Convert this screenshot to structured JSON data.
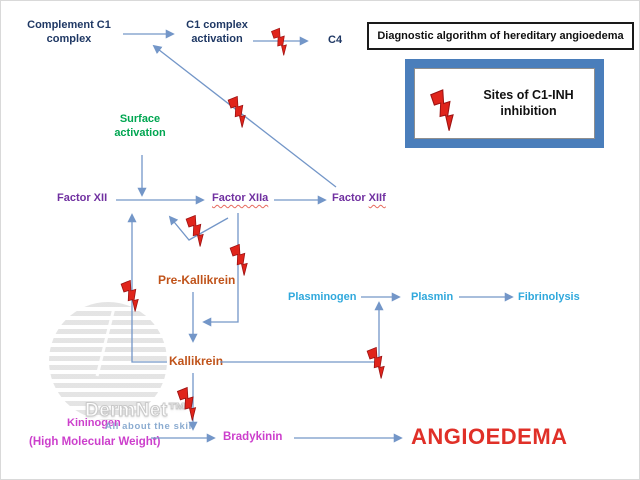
{
  "header": {
    "title": "Diagnostic algorithm of hereditary angioedema"
  },
  "legend": {
    "label": "Sites of C1-INH inhibition",
    "icon": "inhibition-bolt",
    "border_color": "#4a7ebb"
  },
  "nodes": {
    "complement_c1": {
      "label": "Complement C1 complex",
      "color": "#1f3864"
    },
    "c1_activation": {
      "label": "C1 complex activation",
      "color": "#1f3864"
    },
    "c4": {
      "label": "C4",
      "color": "#1f3864"
    },
    "surface_activation": {
      "label": "Surface activation",
      "color": "#00a651"
    },
    "factor_xii": {
      "label": "Factor XII",
      "color": "#7030a0"
    },
    "factor_xiia": {
      "label": "Factor XIIa",
      "color": "#7030a0"
    },
    "factor_xiif": {
      "prefix": "Factor",
      "suffix": "XIIf",
      "color": "#7030a0"
    },
    "pre_kallikrein": {
      "label": "Pre-Kallikrein",
      "color": "#c0531a"
    },
    "plasminogen": {
      "label": "Plasminogen",
      "color": "#2fa8dc"
    },
    "plasmin": {
      "label": "Plasmin",
      "color": "#2fa8dc"
    },
    "fibrinolysis": {
      "label": "Fibrinolysis",
      "color": "#2fa8dc"
    },
    "kallikrein": {
      "label": "Kallikrein",
      "color": "#c0531a"
    },
    "kininogen": {
      "label": "Kininogen",
      "color": "#cc3fcc"
    },
    "high_molecular_weight": {
      "label": "(High Molecular Weight)",
      "color": "#cc3fcc"
    },
    "bradykinin": {
      "label": "Bradykinin",
      "color": "#cc3fcc"
    },
    "angioedema": {
      "label": "ANGIOEDEMA",
      "color": "#e03028"
    }
  },
  "watermark": {
    "brand": "DermNet™",
    "tagline": "All about the skin"
  },
  "style": {
    "arrow_color": "#7396c8",
    "bolt_color": "#e0241b"
  }
}
